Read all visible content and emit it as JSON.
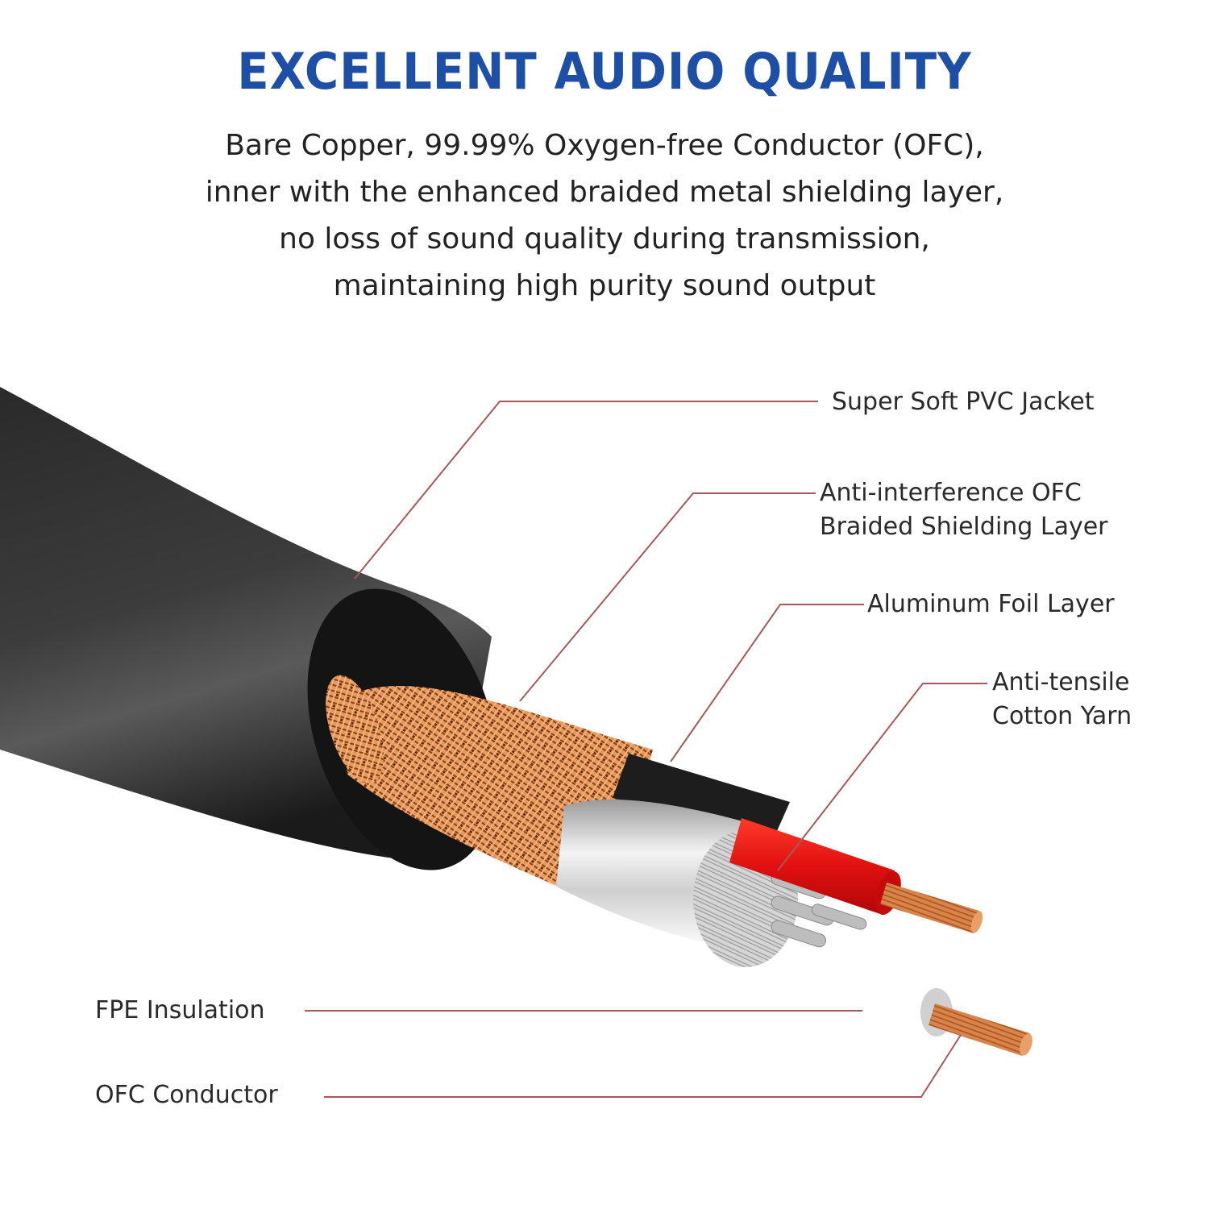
{
  "header": {
    "title": "EXCELLENT AUDIO QUALITY",
    "description_lines": [
      "Bare Copper, 99.99% Oxygen-free Conductor (OFC),",
      "inner with the enhanced braided metal shielding layer,",
      "no loss of sound quality during transmission,",
      "maintaining high purity sound output"
    ]
  },
  "callouts": [
    {
      "id": "jacket",
      "lines": [
        "Super Soft PVC Jacket"
      ]
    },
    {
      "id": "braid",
      "lines": [
        "Anti-interference OFC",
        "Braided Shielding Layer"
      ]
    },
    {
      "id": "foil",
      "lines": [
        "Aluminum Foil Layer"
      ]
    },
    {
      "id": "yarn",
      "lines": [
        "Anti-tensile",
        "Cotton Yarn"
      ]
    },
    {
      "id": "insulation",
      "lines": [
        "FPE Insulation"
      ]
    },
    {
      "id": "conductor",
      "lines": [
        "OFC Conductor"
      ]
    }
  ],
  "colors": {
    "title": "#1c4fa5",
    "text": "#2a2a2a",
    "leader_line": "#a8585a",
    "jacket": "#1e1e1e",
    "copper": "#d9844a",
    "red_insulation": "#e01515",
    "foil": "#d8d8d8"
  }
}
